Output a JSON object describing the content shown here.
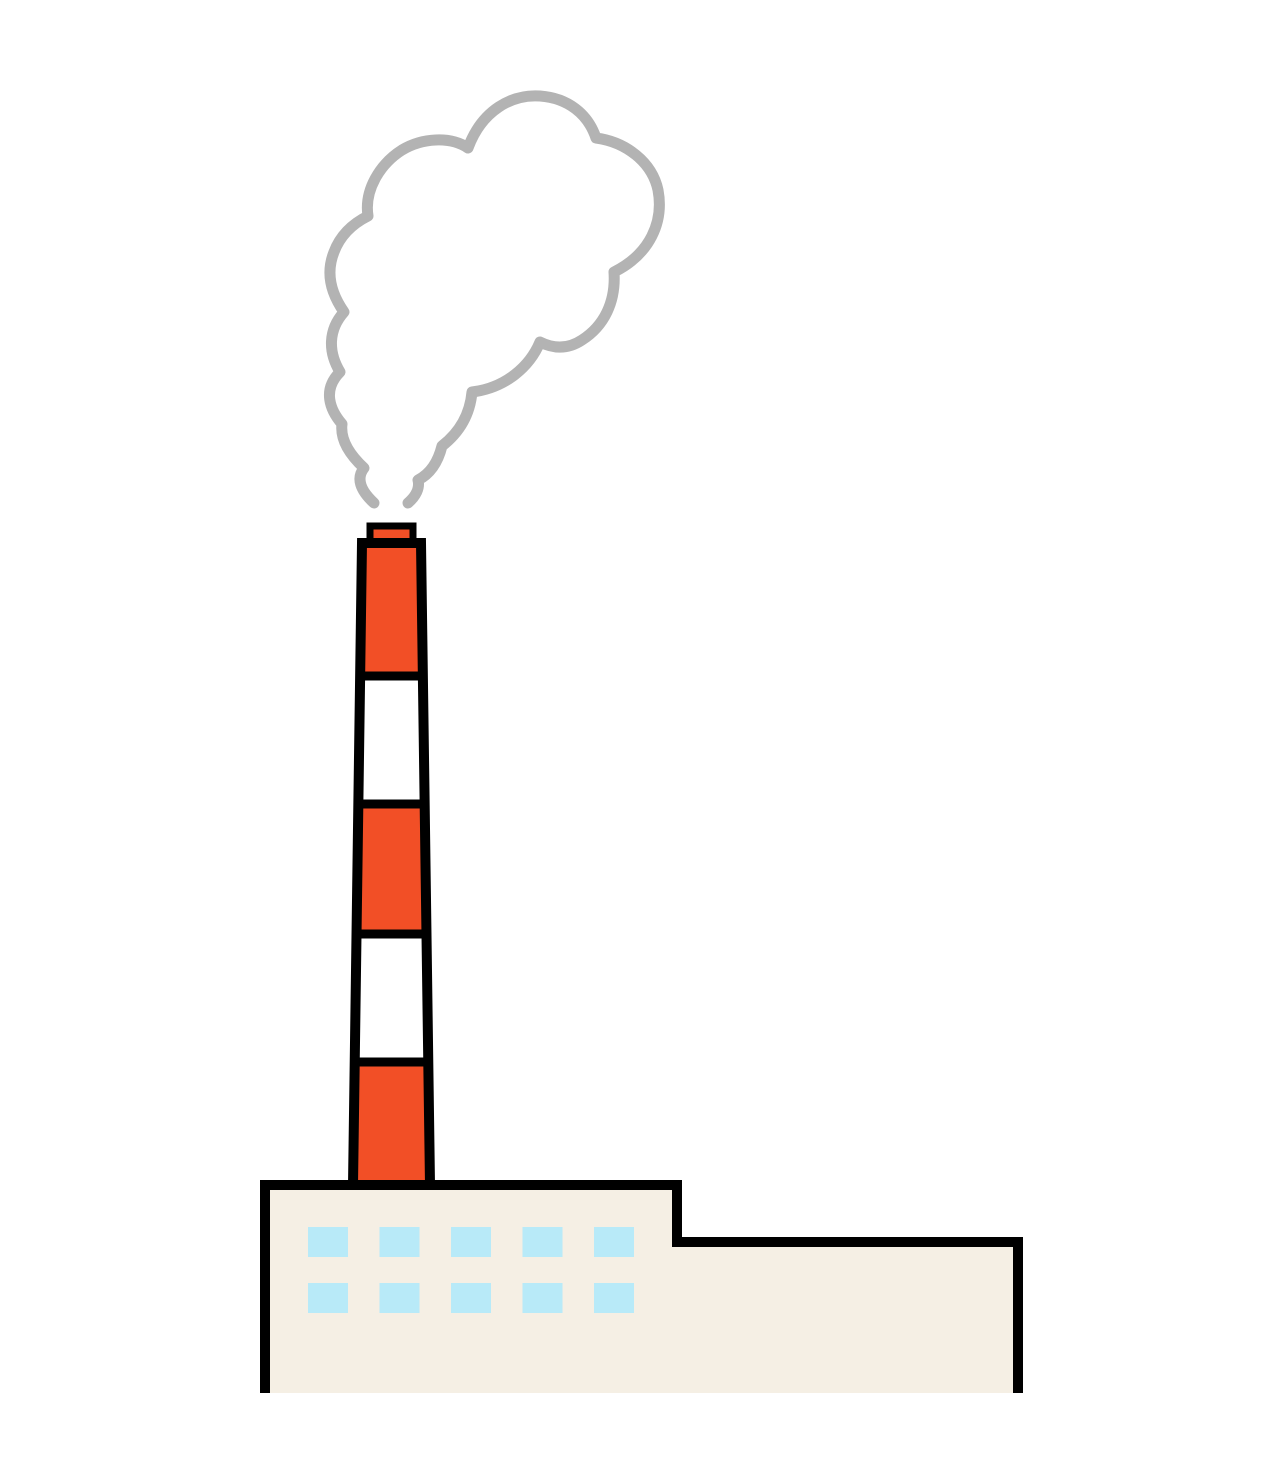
{
  "colors": {
    "background": "#ffffff",
    "outline": "#000000",
    "smoke_outline": "#b3b3b3",
    "smoke_fill": "#ffffff",
    "chimney_red": "#f24f26",
    "chimney_white": "#ffffff",
    "building_fill": "#f5efe4",
    "window_fill": "#b8eaf8"
  },
  "illustration": {
    "subject": "factory-with-smokestack",
    "icons": [
      "smoke-cloud-icon",
      "smokestack-icon",
      "factory-building-icon",
      "window-icon"
    ],
    "chimney_bands": [
      "red",
      "white",
      "red",
      "white",
      "red"
    ],
    "window_rows": 2,
    "window_columns": 5
  }
}
